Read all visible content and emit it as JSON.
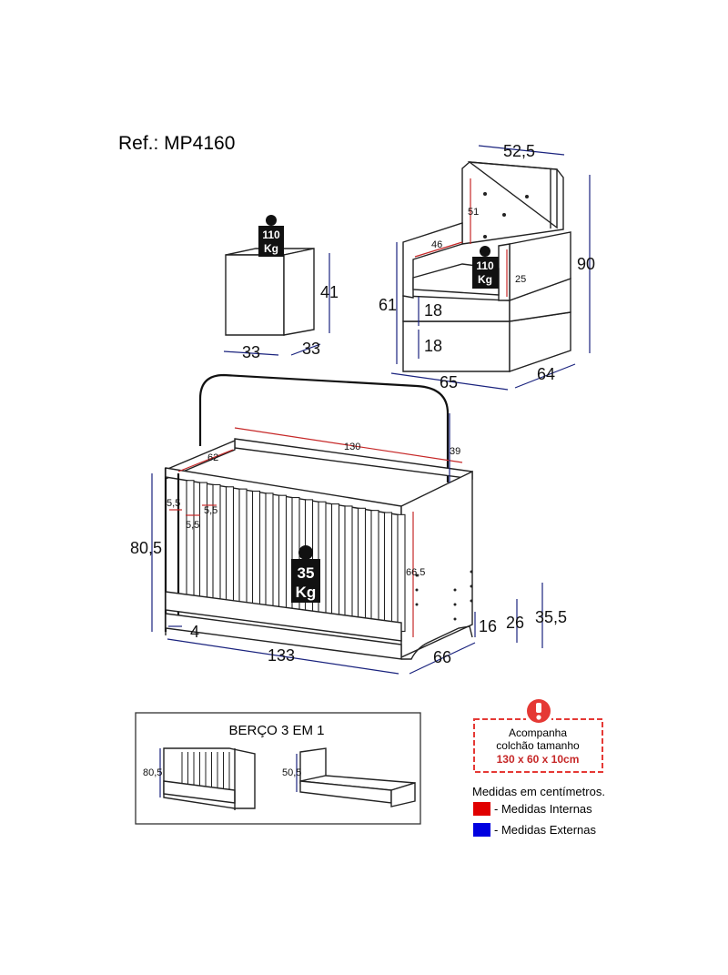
{
  "reference": "Ref.: MP4160",
  "pouf": {
    "weight": [
      "110",
      "Kg"
    ],
    "dims": {
      "width": "33",
      "depth": "33",
      "height": "41"
    }
  },
  "armchair": {
    "weight": [
      "110",
      "Kg"
    ],
    "dims": {
      "top_width": "52,5",
      "height_total": "90",
      "backrest": "51",
      "seat_inner": "46",
      "arm_height": "25",
      "seat_height": "61",
      "section_upper": "18",
      "section_lower": "18",
      "width": "65",
      "depth": "64"
    }
  },
  "crib": {
    "weight": [
      "35",
      "Kg"
    ],
    "dims": {
      "inner_length": "130",
      "inner_width": "62",
      "headboard": "39",
      "slat_gap_a": "5,5",
      "slat_gap_b": "5,5",
      "slat_gap_c": "5,5",
      "height_total": "80,5",
      "inner_height": "66,5",
      "base_gap": "4",
      "length": "133",
      "width": "66",
      "level_1": "16",
      "level_2": "26",
      "level_3": "35,5"
    }
  },
  "conversion": {
    "title": "BERÇO 3 EM 1",
    "crib_height": "80,5",
    "bed_height": "50,5"
  },
  "notice": {
    "lines": [
      "Acompanha",
      "colchão tamanho",
      "130 x 60 x 10cm"
    ]
  },
  "legend": {
    "units": "Medidas em centímetros.",
    "items": [
      {
        "label": "- Medidas Internas",
        "color": "#e00000"
      },
      {
        "label": "- Medidas Externas",
        "color": "#0000e0"
      }
    ]
  },
  "colors": {
    "internal": "#c62828",
    "external": "#1a237e",
    "alert": "#e53935"
  }
}
